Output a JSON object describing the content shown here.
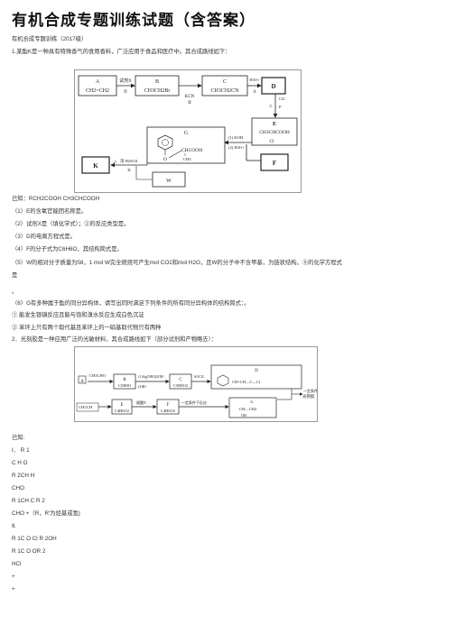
{
  "title": "有机合成专题训练试题（含答案）",
  "subtitle": "有机合成专题训练（2017级）",
  "q1": {
    "intro": "1.某酯K是一种具有特殊香气的食用香料，广泛应用于食品和医疗中。其合成路线如下：",
    "diagram": {
      "A_label": "A",
      "A_formula": "CH2=CH2",
      "arrow1_top": "试剂X",
      "arrow1_num": "①",
      "B_label": "B",
      "B_formula": "CH3CH2Br",
      "arrow2_top": "KCN",
      "arrow2_num": "②",
      "C_label": "C",
      "C_formula": "CH3CH2CN",
      "arrow3_top": "H3O+",
      "arrow3_num": "③",
      "D_label": "D",
      "arrow4_top": "Cl2",
      "arrow4_mid": "△",
      "arrow4_bot": "P",
      "E_label": "E",
      "E_line1": "CH3CHCOOH",
      "E_line2": "Cl",
      "G_label": "G",
      "G_line1": "CHCOOH",
      "G_line2": "CH3",
      "arrow5_top": "(1) KOH",
      "arrow5_bot": "(2) H3O+",
      "F_label": "F",
      "K_label": "K",
      "arrow6_top": "浓 H2SO4",
      "arrow6_mid": "△",
      "arrow6_num": "⑥",
      "W_label": "W"
    },
    "known": "已知：RCH2COOH CH3CHCOOH",
    "items": [
      "（1）E的含氧官能团名称是。",
      "（2）试剂X是（填化学式）；②的反应类型是。",
      "（3）D的电离方程式是。",
      "（4）F的分子式为C6H6O，其结构简式是。",
      "（5）W的相对分子质量为58，1 mol W完全燃烧可产生mol CO2和mol H2O，且W的分子中不含甲基，为链状结构。⑤的化学方程式",
      "是",
      "。",
      "（6）G有多种属于酯的同分异构体，请写出同时满足下列条件的所有同分异构体的结构简式：。",
      "① 能发生银镜反应且能与饱和溴水反应生成白色沉淀",
      "② 苯环上只有两个取代基且苯环上的一硝基取代物只有两种"
    ]
  },
  "q2": {
    "intro": "2．光刻胶是一种应用广泛的光敏材料，其合成路线如下（部分试剂和产物略去）：",
    "diagram": {
      "A_label": "A",
      "A_formula": "CH3CHO",
      "B_label": "B",
      "B_formula": "C5H8O",
      "arrow2_top": "(1)Ag(NH3)2OH",
      "arrow2_bot": "(2)H+",
      "C_label": "C",
      "C_formula": "C5H8O2",
      "arrow3_top": "SOCl2",
      "D_label": "D",
      "D_formula": "CH=CH—C—Cl",
      "E_label": "E",
      "E_formula": "C4H6O2",
      "arrow_e_top": "羧酸X",
      "F_label": "F",
      "F_formula": "C4H6O2",
      "arrow_f_top": "一定条件下反应",
      "G_label": "G",
      "G_formula": "CH—CH2",
      "H_formula": "OH",
      "arrow_end": "光刻胶",
      "start_left": "CH≡CH"
    },
    "known": "已知:",
    "lines": [
      "I． R 1",
      "C H O",
      "R 2CH H",
      "CHO",
      "R 1CH C R 2",
      "CHO +（R，R'为烃基或氢)",
      "Ⅱ.",
      "R 1C O Cl R 2OH",
      "R 1C O OR 2",
      "HCl",
      "+",
      "+"
    ]
  }
}
